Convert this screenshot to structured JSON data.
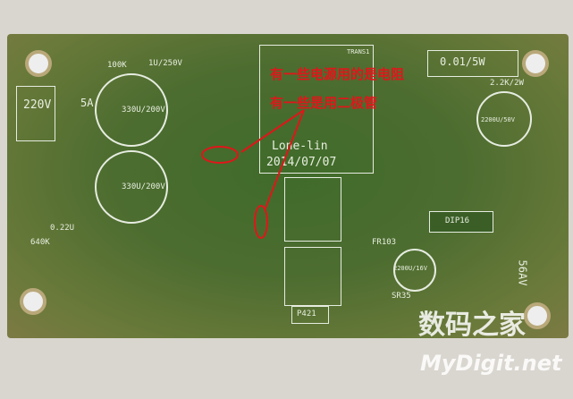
{
  "silkscreen": {
    "transformer": "TRANS1",
    "author": "Lone-lin",
    "date": "2014/07/07",
    "v220": "220V",
    "fuse": "5A",
    "r100k": "100K",
    "cap1": "1U/250V",
    "cap2": "330U/200V",
    "cap3": "330U/200V",
    "res": "0.01/5W",
    "res2": "2.2K/2W",
    "cap4": "2200U/50V",
    "cap5": "2200U/16V",
    "chip": "DIP16",
    "v56": "56AV",
    "r640k": "640K",
    "c022": "0.22U",
    "diode": "SR35",
    "fr": "FR103",
    "p421": "P421"
  },
  "annotations": {
    "line1": "有一些电源用的是电阻",
    "line2": "有一些是用二极管"
  },
  "watermark": {
    "cn": "数码之家",
    "en": "MyDigit.net"
  },
  "colors": {
    "board": "#4d6d30",
    "annotation": "#e0161a"
  }
}
